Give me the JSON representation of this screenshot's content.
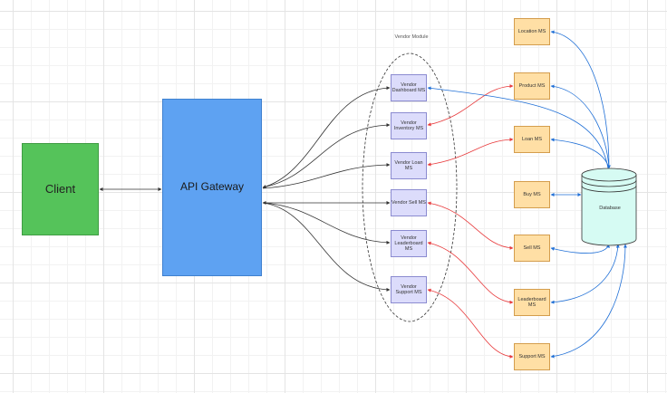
{
  "client": {
    "label": "Client"
  },
  "gateway": {
    "label": "API Gateway"
  },
  "vendor_module": {
    "label": "Vendor Module"
  },
  "vendor_services": [
    {
      "label": "Vendor Dashboard MS"
    },
    {
      "label": "Vendor Inventory MS"
    },
    {
      "label": "Vendor Loan MS"
    },
    {
      "label": "Vendor Sell MS"
    },
    {
      "label": "Vendor Leaderboard MS"
    },
    {
      "label": "Vendor Support MS"
    }
  ],
  "microservices": [
    {
      "label": "Location MS"
    },
    {
      "label": "Product MS"
    },
    {
      "label": "Loan MS"
    },
    {
      "label": "Buy MS"
    },
    {
      "label": "Sell MS"
    },
    {
      "label": "Leaderboard MS"
    },
    {
      "label": "Support MS"
    }
  ],
  "database": {
    "label": "Database"
  },
  "colors": {
    "client": "#55c35a",
    "gateway": "#5ea2f2",
    "vendor": "#dcdcfb",
    "ms": "#ffdfa5",
    "database": "#d6fbf3",
    "edge_black": "#333333",
    "edge_red": "#e8393b",
    "edge_blue": "#1f6fd6"
  }
}
